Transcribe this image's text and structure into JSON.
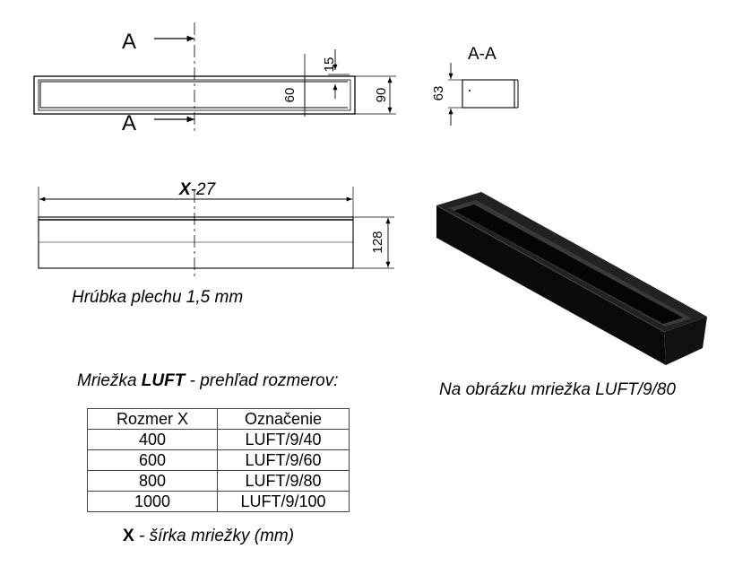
{
  "section_view": {
    "arrow_label_top": "A",
    "arrow_label_bottom": "A",
    "dim_15": "15",
    "dim_60": "60",
    "dim_90": "90"
  },
  "cross_section": {
    "title": "A-A",
    "dim_63": "63"
  },
  "front_view": {
    "width_label_bold": "X",
    "width_label_rest": "-27",
    "dim_128": "128"
  },
  "notes": {
    "thickness": "Hrúbka plechu 1,5 mm",
    "photo_caption": "Na obrázku mriežka LUFT/9/80",
    "table_title_pre": "Mriežka ",
    "table_title_bold": "LUFT",
    "table_title_post": " - prehľad rozmerov:",
    "footnote_bold": "X",
    "footnote_rest": " - šírka mriežky (mm)"
  },
  "size_table": {
    "headers": [
      "Rozmer X",
      "Označenie"
    ],
    "rows": [
      [
        "400",
        "LUFT/9/40"
      ],
      [
        "600",
        "LUFT/9/60"
      ],
      [
        "800",
        "LUFT/9/80"
      ],
      [
        "1000",
        "LUFT/9/100"
      ]
    ]
  },
  "colors": {
    "line": "#000000",
    "grille_top": "#222222",
    "grille_front": "#0a0a0a",
    "grille_inner": "#3a3a3a"
  }
}
